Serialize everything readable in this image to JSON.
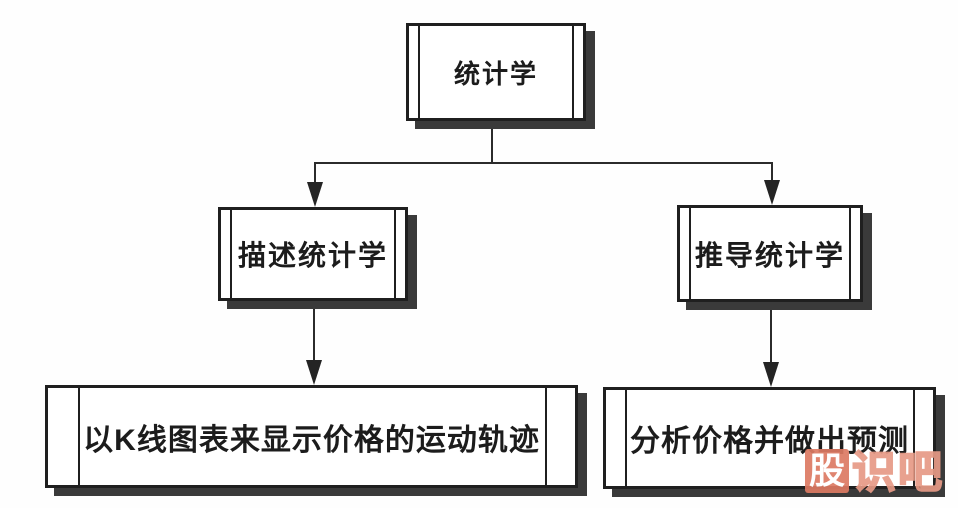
{
  "diagram": {
    "nodes": {
      "root": {
        "label": "统计学"
      },
      "mid_left": {
        "label": "描述统计学"
      },
      "mid_right": {
        "label": "推导统计学"
      },
      "bottom_left": {
        "label": "以K线图表来显示价格的运动轨迹"
      },
      "bottom_right": {
        "label": "分析价格并做出预测"
      }
    },
    "edges": [
      {
        "from": "统计学",
        "to": "描述统计学"
      },
      {
        "from": "统计学",
        "to": "推导统计学"
      },
      {
        "from": "描述统计学",
        "to": "以K线图表来显示价格的运动轨迹"
      },
      {
        "from": "推导统计学",
        "to": "分析价格并做出预测"
      }
    ],
    "watermark": {
      "highlight_char": "股",
      "rest_chars": "识吧",
      "full_text": "股识吧"
    },
    "colors": {
      "line": "#2b2b2b",
      "box_border": "#1f1f1f",
      "box_shadow": "#3a3a3a",
      "box_background": "#ffffff",
      "watermark_fill": "#dd7a63",
      "watermark_outline": "#e79a86"
    }
  }
}
